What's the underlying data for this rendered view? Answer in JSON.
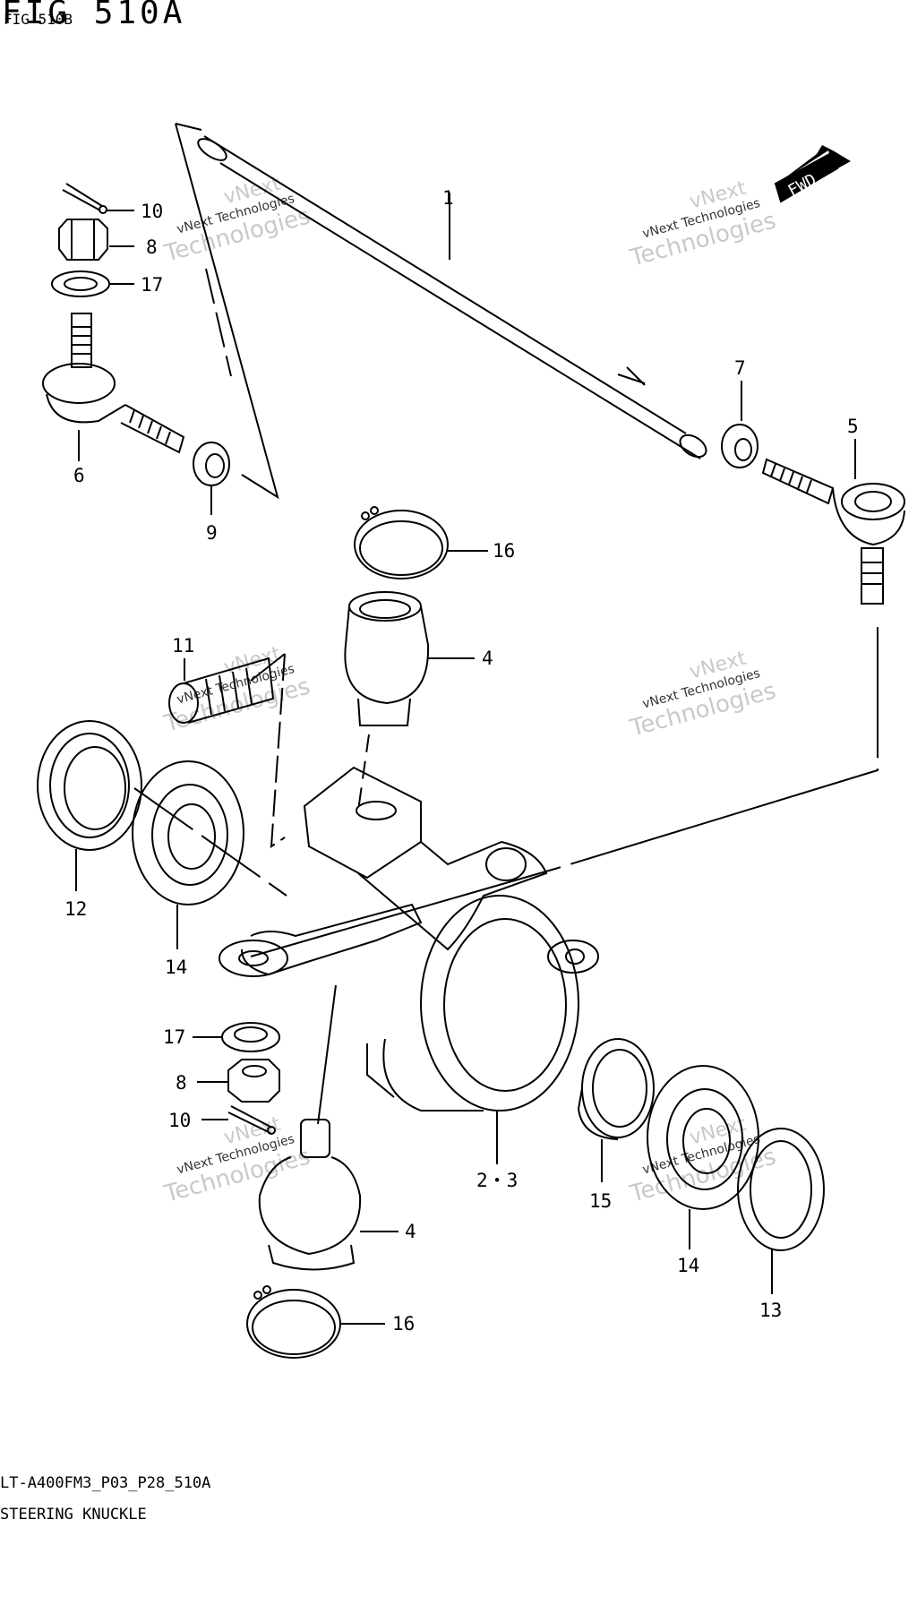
{
  "header": {
    "title": "FIG 510A",
    "subtitle": "FIG 510B"
  },
  "footer": {
    "model_code": "LT-A400FM3_P03_P28_510A",
    "section_name": "STEERING KNUCKLE"
  },
  "watermark": {
    "line1": "vNext",
    "line2": "vNext Technologies",
    "line3": "Technologies"
  },
  "fwd_label": "FWD",
  "callouts": [
    {
      "num": "1"
    },
    {
      "num": "10"
    },
    {
      "num": "8"
    },
    {
      "num": "17"
    },
    {
      "num": "6"
    },
    {
      "num": "9"
    },
    {
      "num": "7"
    },
    {
      "num": "5"
    },
    {
      "num": "16"
    },
    {
      "num": "4"
    },
    {
      "num": "11"
    },
    {
      "num": "12"
    },
    {
      "num": "14"
    },
    {
      "num": "17"
    },
    {
      "num": "8"
    },
    {
      "num": "10"
    },
    {
      "num": "2・3"
    },
    {
      "num": "15"
    },
    {
      "num": "14"
    },
    {
      "num": "13"
    },
    {
      "num": "4"
    },
    {
      "num": "16"
    }
  ]
}
